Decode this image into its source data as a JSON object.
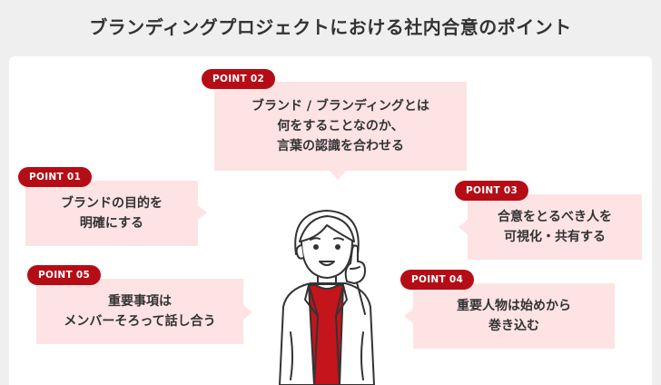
{
  "title": "ブランディングプロジェクトにおける社内合意のポイント",
  "colors": {
    "accent": "#b50d16",
    "bubble": "#fde3e3",
    "background": "#efefef"
  },
  "points": [
    {
      "badge": "POINT 01",
      "lines": [
        "ブランドの目的を",
        "明確にする"
      ]
    },
    {
      "badge": "POINT 02",
      "lines": [
        "ブランド / ブランディングとは",
        "何をすることなのか、",
        "言葉の認識を合わせる"
      ]
    },
    {
      "badge": "POINT 03",
      "lines": [
        "合意をとるべき人を",
        "可視化・共有する"
      ]
    },
    {
      "badge": "POINT 04",
      "lines": [
        "重要人物は始めから",
        "巻き込む"
      ]
    },
    {
      "badge": "POINT 05",
      "lines": [
        "重要事項は",
        "メンバーそろって話し合う"
      ]
    }
  ],
  "illustration": {
    "icon": "person-pointing-icon"
  }
}
